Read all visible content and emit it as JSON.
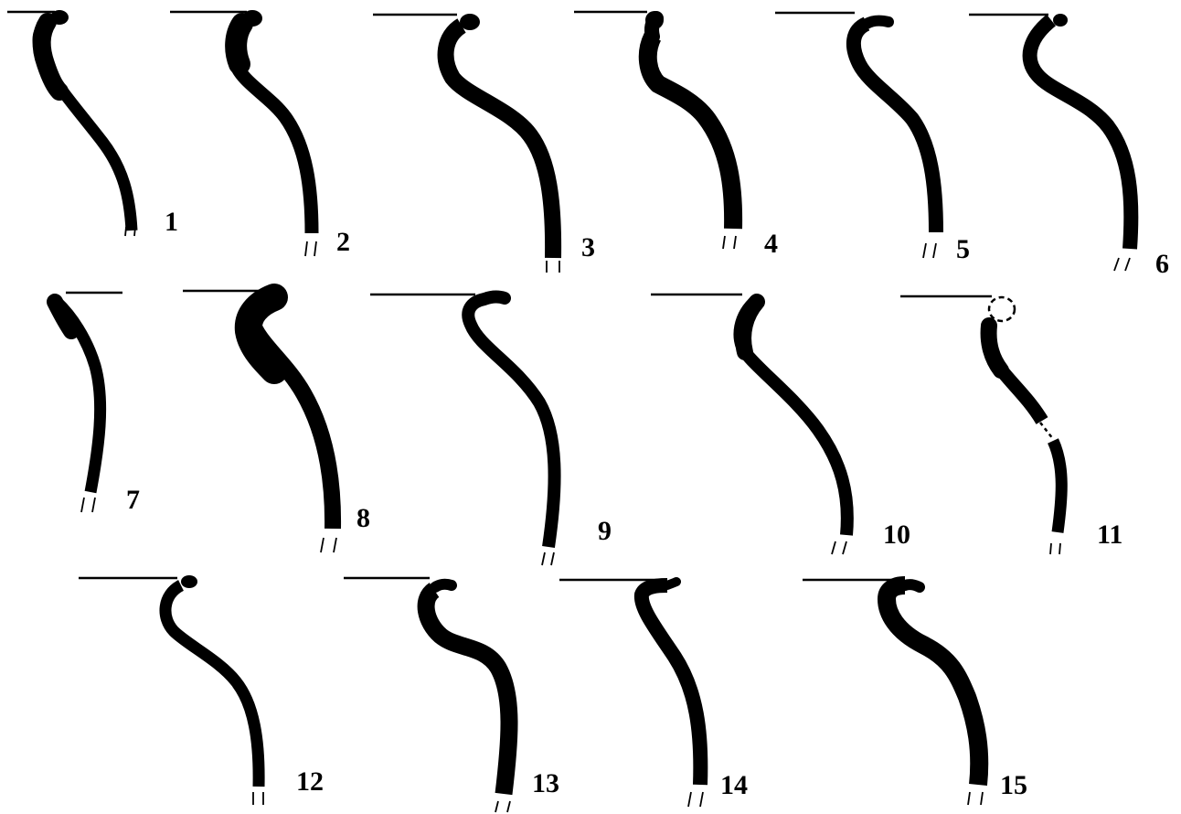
{
  "figure": {
    "profiles": [
      {
        "label": "1",
        "rim_reconstructed": false,
        "break_reconstructed": false
      },
      {
        "label": "2",
        "rim_reconstructed": false,
        "break_reconstructed": false
      },
      {
        "label": "3",
        "rim_reconstructed": false,
        "break_reconstructed": false
      },
      {
        "label": "4",
        "rim_reconstructed": false,
        "break_reconstructed": false
      },
      {
        "label": "5",
        "rim_reconstructed": false,
        "break_reconstructed": false
      },
      {
        "label": "6",
        "rim_reconstructed": false,
        "break_reconstructed": false
      },
      {
        "label": "7",
        "rim_reconstructed": false,
        "break_reconstructed": false
      },
      {
        "label": "8",
        "rim_reconstructed": false,
        "break_reconstructed": false
      },
      {
        "label": "9",
        "rim_reconstructed": false,
        "break_reconstructed": false
      },
      {
        "label": "10",
        "rim_reconstructed": false,
        "break_reconstructed": false
      },
      {
        "label": "11",
        "rim_reconstructed": true,
        "break_reconstructed": true
      },
      {
        "label": "12",
        "rim_reconstructed": false,
        "break_reconstructed": false
      },
      {
        "label": "13",
        "rim_reconstructed": false,
        "break_reconstructed": false
      },
      {
        "label": "14",
        "rim_reconstructed": false,
        "break_reconstructed": false
      },
      {
        "label": "15",
        "rim_reconstructed": false,
        "break_reconstructed": false
      }
    ]
  },
  "colors": {
    "ink": "#000000",
    "background": "#ffffff"
  }
}
